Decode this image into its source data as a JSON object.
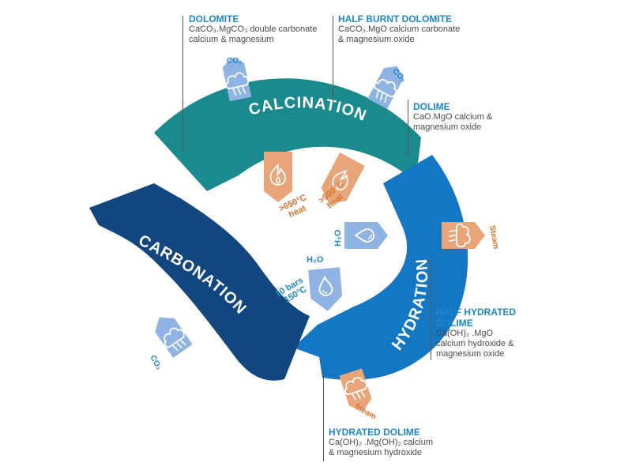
{
  "colors": {
    "calcination": "#1a8a8e",
    "hydration": "#1477c4",
    "carbonation": "#12467e",
    "blue_tag": "#8fb4e3",
    "orange_tag": "#e9a57a",
    "blue_text": "#1e88c8",
    "orange_text": "#d7742f",
    "description_text": "#4a4a4a"
  },
  "stages": {
    "calcination": "CALCINATION",
    "hydration": "HYDRATION",
    "carbonation": "CARBONATION"
  },
  "products": {
    "dolomite": {
      "title": "DOLOMITE",
      "desc": [
        "CaCO₃.MgCO₃ double carbonate",
        "calcium & magnesium"
      ]
    },
    "half_burnt_dolomite": {
      "title": "HALF BURNT DOLOMITE",
      "desc": [
        "CaCO₃.MgO calcium carbonate",
        "& magnesium oxide"
      ]
    },
    "dolime": {
      "title": "DOLIME",
      "desc": [
        "CaO.MgO calcium &",
        "magnesium oxide"
      ]
    },
    "half_hydrated_dolime": {
      "title": [
        "HALF HYDRATED",
        "DOLIME"
      ],
      "desc": [
        "Ca(OH)₂ .MgO",
        "calcium hydroxide &",
        "magnesium oxide"
      ]
    },
    "hydrated_dolime": {
      "title": "HYDRATED DOLIME",
      "desc": [
        "Ca(OH)₂ .Mg(OH)₂ calcium",
        "& magnesium hydroxide"
      ]
    }
  },
  "tags": {
    "co2": "CO₂",
    "h2o": "H₂O",
    "steam": "Steam",
    "heat_650": [
      ">650°C",
      "heat"
    ],
    "heat_900": [
      ">900°C",
      "heat"
    ],
    "pressure": [
      "10 bars",
      "150°C"
    ]
  },
  "icons": {
    "gas_out": "cloud-icon",
    "heat": "flame-icon",
    "water": "droplet-icon",
    "steam": "steam-cloud-icon"
  }
}
